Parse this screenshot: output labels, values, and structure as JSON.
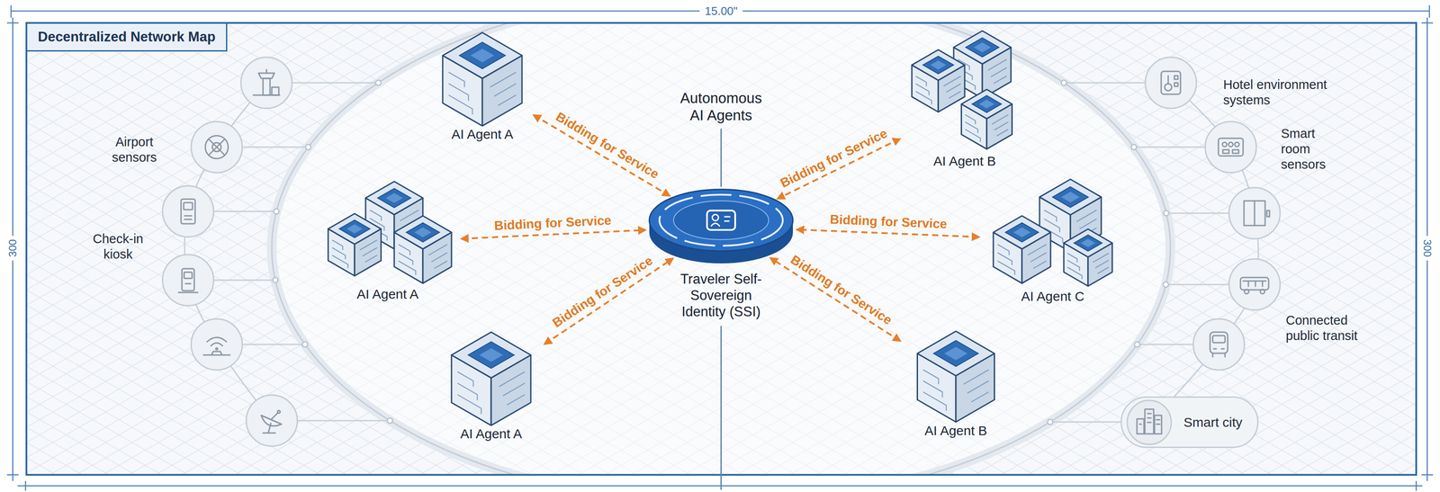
{
  "diagram": {
    "title": "Decentralized Network Map",
    "nodes": [
      {
        "text": [
          "AI Agent A"
        ]
      },
      {
        "text": [
          "AI Agent B"
        ]
      },
      {
        "text": [
          "AI Agent A"
        ]
      },
      {
        "text": [
          "Traveler Self-Sovereign Identity (SSI)"
        ]
      },
      {
        "text": [
          "AI Agent C"
        ]
      },
      {
        "text": [
          "AI Agent A"
        ]
      },
      {
        "text": [
          "AI Agent B"
        ]
      },
      {
        "text": [
          "Smart city"
        ]
      }
    ],
    "edges": [
      {
        "from": 0,
        "to": 3,
        "label": "Bidding for Service",
        "arrow": "both"
      },
      {
        "from": 1,
        "to": 3,
        "label": "Bidding for Service",
        "arrow": "both"
      },
      {
        "from": 2,
        "to": 3,
        "label": "Bidding for Service",
        "arrow": "both"
      },
      {
        "from": 4,
        "to": 3,
        "label": "Bidding for Service",
        "arrow": "both"
      },
      {
        "from": 5,
        "to": 3,
        "label": "Bidding for Service",
        "arrow": "both"
      },
      {
        "from": 6,
        "to": 3,
        "label": "Bidding for Service",
        "arrow": "both"
      }
    ],
    "labels": [
      "15.00\"",
      "300",
      "300",
      "Autonomous AI Agents",
      "Airport sensors",
      "Check-in kiosk",
      "Hotel environment systems",
      "Smart room sensors",
      "Connected public transit"
    ]
  }
}
